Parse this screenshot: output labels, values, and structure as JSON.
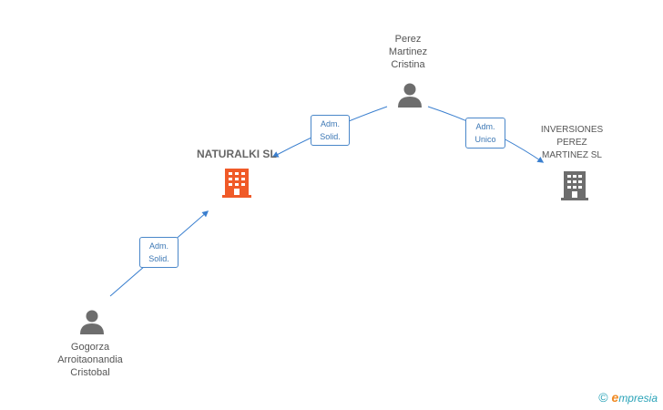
{
  "nodes": {
    "naturalki": {
      "label": "NATURALKI SL",
      "type": "company",
      "color": "#f05a28"
    },
    "inversiones": {
      "label": "INVERSIONES\nPEREZ\nMARTINEZ SL",
      "type": "company",
      "color": "#6d6d6d"
    },
    "perez": {
      "label": "Perez\nMartinez\nCristina",
      "type": "person",
      "color": "#6d6d6d"
    },
    "gogorza": {
      "label": "Gogorza\nArroitaonandia\nCristobal",
      "type": "person",
      "color": "#6d6d6d"
    }
  },
  "edges": {
    "perez_naturalki": {
      "line1": "Adm.",
      "line2": "Solid."
    },
    "perez_inversiones": {
      "line1": "Adm.",
      "line2": "Unico"
    },
    "gogorza_naturalki": {
      "line1": "Adm.",
      "line2": "Solid."
    }
  },
  "colors": {
    "edge": "#3a7fcf"
  },
  "footer": {
    "copyright": "©",
    "brand_first": "e",
    "brand_rest": "mpresia"
  }
}
